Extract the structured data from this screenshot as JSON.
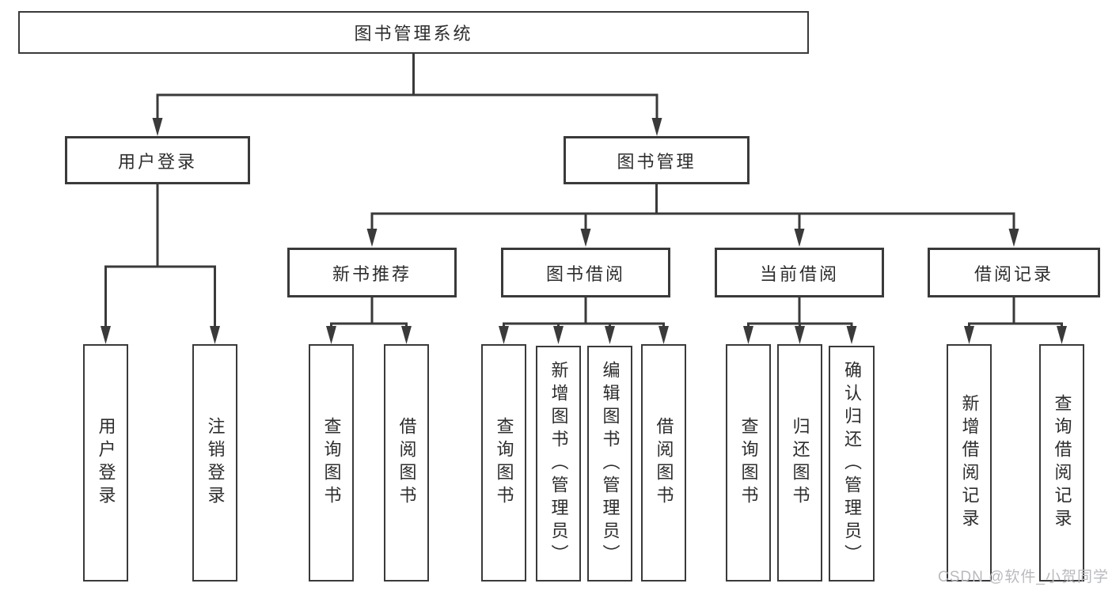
{
  "title": "图书管理系统",
  "watermark": "CSDN @软件_小贺同学",
  "colors": {
    "line": "#3a3a3a",
    "text": "#2d2d2d",
    "box_fill": "#ffffff",
    "background": "#ffffff",
    "watermark": "#b9babe"
  },
  "nodes": {
    "root": {
      "label": "图书管理系统"
    },
    "level1": [
      {
        "label": "用户登录"
      },
      {
        "label": "图书管理"
      }
    ],
    "level2": [
      {
        "label": "新书推荐"
      },
      {
        "label": "图书借阅"
      },
      {
        "label": "当前借阅"
      },
      {
        "label": "借阅记录"
      }
    ],
    "leaves": [
      {
        "label": "用户登录",
        "group": "用户登录"
      },
      {
        "label": "注销登录",
        "group": "用户登录"
      },
      {
        "label": "查询图书",
        "group": "新书推荐"
      },
      {
        "label": "借阅图书",
        "group": "新书推荐"
      },
      {
        "label": "查询图书",
        "group": "图书借阅"
      },
      {
        "label": "新增图书（管理员）",
        "group": "图书借阅"
      },
      {
        "label": "编辑图书（管理员）",
        "group": "图书借阅"
      },
      {
        "label": "借阅图书",
        "group": "图书借阅"
      },
      {
        "label": "查询图书",
        "group": "当前借阅"
      },
      {
        "label": "归还图书",
        "group": "当前借阅"
      },
      {
        "label": "确认归还（管理员）",
        "group": "当前借阅"
      },
      {
        "label": "新增借阅记录",
        "group": "借阅记录"
      },
      {
        "label": "查询借阅记录",
        "group": "借阅记录"
      }
    ]
  },
  "hierarchy": {
    "图书管理系统": [
      "用户登录",
      "图书管理"
    ],
    "用户登录": [
      "用户登录",
      "注销登录"
    ],
    "图书管理": [
      "新书推荐",
      "图书借阅",
      "当前借阅",
      "借阅记录"
    ],
    "新书推荐": [
      "查询图书",
      "借阅图书"
    ],
    "图书借阅": [
      "查询图书",
      "新增图书（管理员）",
      "编辑图书（管理员）",
      "借阅图书"
    ],
    "当前借阅": [
      "查询图书",
      "归还图书",
      "确认归还（管理员）"
    ],
    "借阅记录": [
      "新增借阅记录",
      "查询借阅记录"
    ]
  }
}
